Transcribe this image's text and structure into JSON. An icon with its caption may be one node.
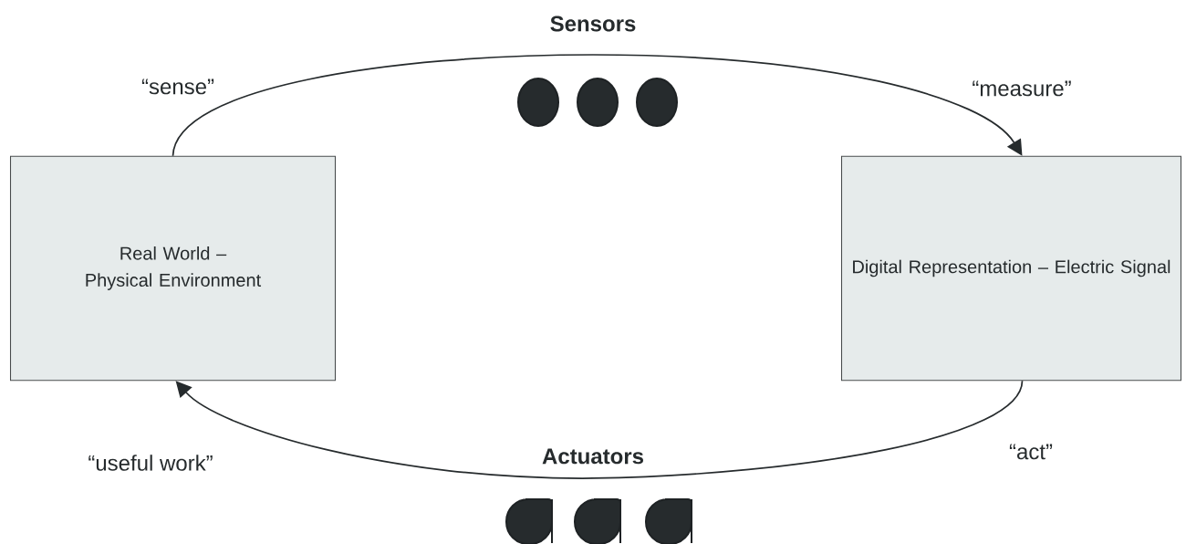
{
  "diagram": {
    "nodes": [
      {
        "text": [
          "Real World – Physical Environment"
        ]
      },
      {
        "text": [
          "Digital Representation – Electric Signal"
        ]
      }
    ],
    "edges": [
      {
        "from": 0,
        "to": 1,
        "arrow": "to",
        "label": "Sensors"
      },
      {
        "from": 1,
        "to": 0,
        "arrow": "to",
        "label": "Actuators"
      }
    ],
    "labels": [
      "“sense”",
      "“measure”",
      "“useful work”",
      "“act”"
    ]
  }
}
